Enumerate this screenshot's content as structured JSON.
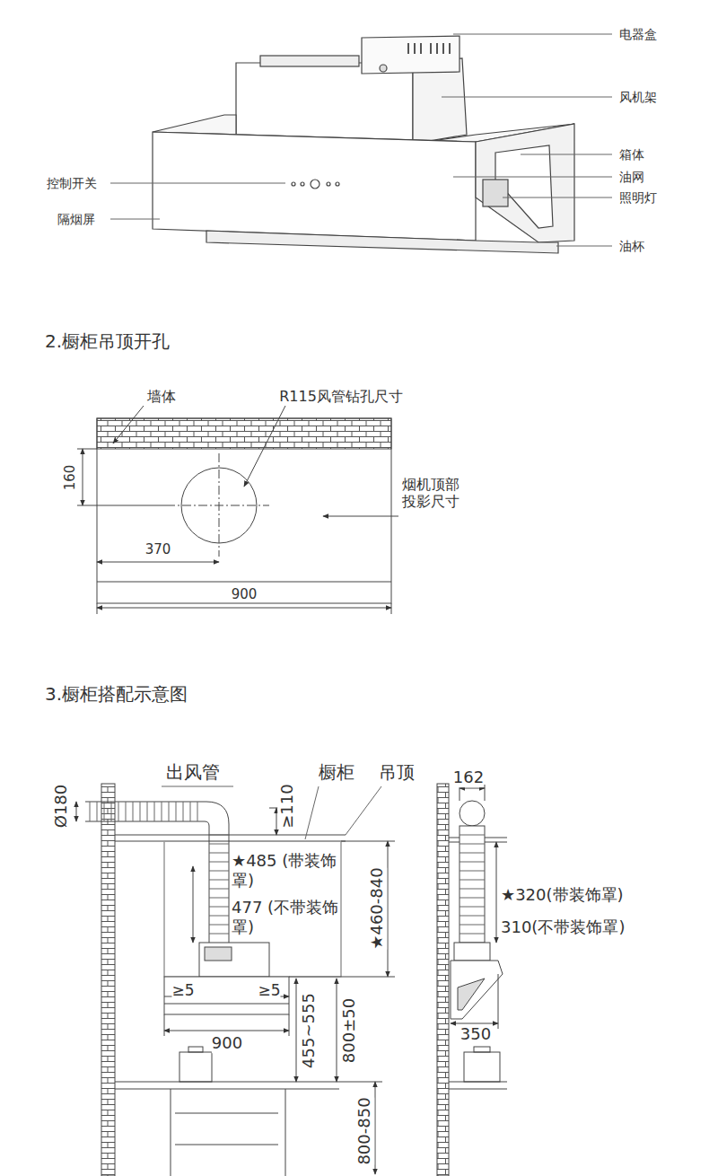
{
  "diagram": {
    "labels": [
      "电器盒",
      "风机架",
      "箱体",
      "控制开关",
      "油网",
      "照明灯",
      "隔烟屏",
      "油杯",
      "2.橱柜吊顶开孔",
      "墙体",
      "R115风管钻孔尺寸",
      "160",
      "烟机顶部 投影尺寸",
      "370",
      "900",
      "3.橱柜搭配示意图",
      "出风管",
      "橱柜",
      "吊顶",
      "Ø180",
      "≥110",
      "★485 (带装饰罩)",
      "477 (不带装饰罩)",
      "★460-840",
      "≥5",
      "≥5",
      "455~555",
      "800±50",
      "900",
      "800-850",
      "162",
      "★320(带装饰罩)",
      "310(不带装饰罩)",
      "350"
    ]
  }
}
